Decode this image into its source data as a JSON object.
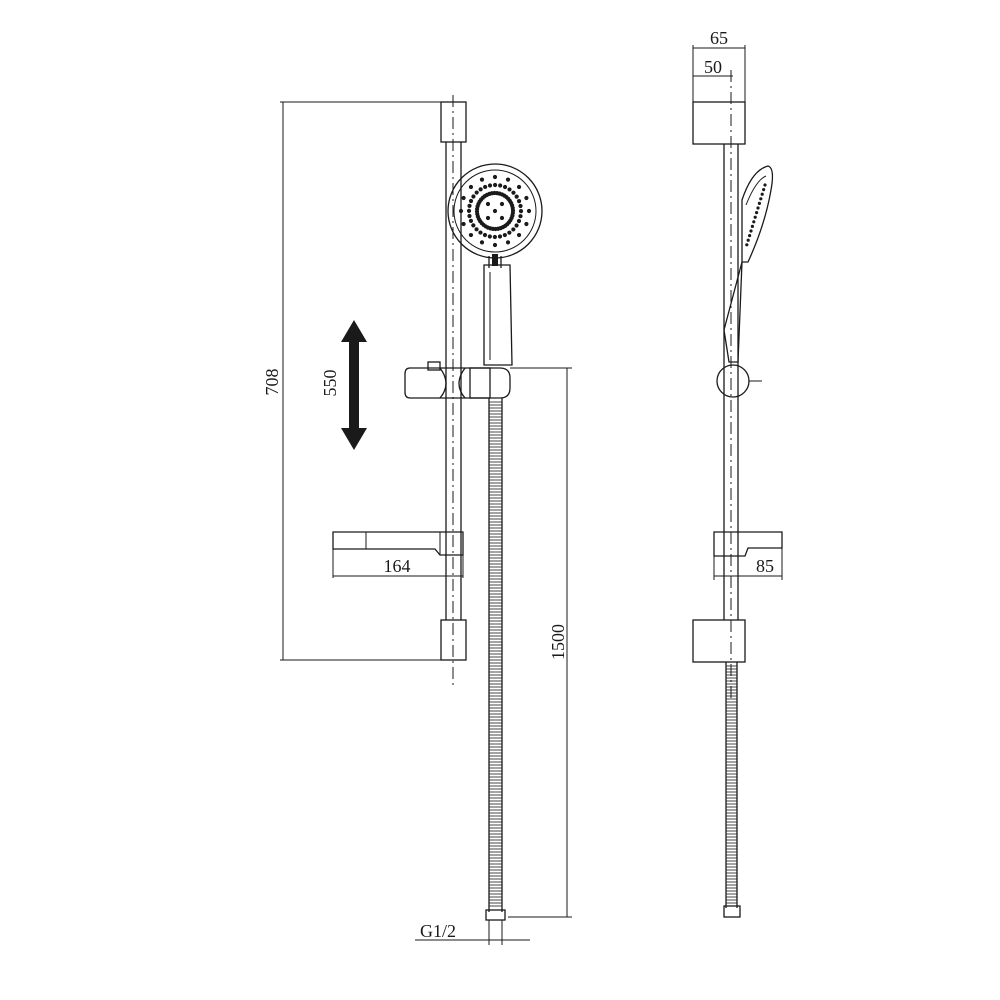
{
  "dimensions": {
    "rail_length": "708",
    "slide_range": "550",
    "soap_dish_depth": "164",
    "hose_length": "1500",
    "connection_thread": "G1/2",
    "bracket_depth_outer": "65",
    "bracket_depth_inner": "50",
    "soap_dish_projection": "85"
  },
  "colors": {
    "line": "#1a1a1a",
    "background": "#ffffff"
  },
  "icons": {
    "slide_arrow": "double-arrow-vertical-icon"
  }
}
